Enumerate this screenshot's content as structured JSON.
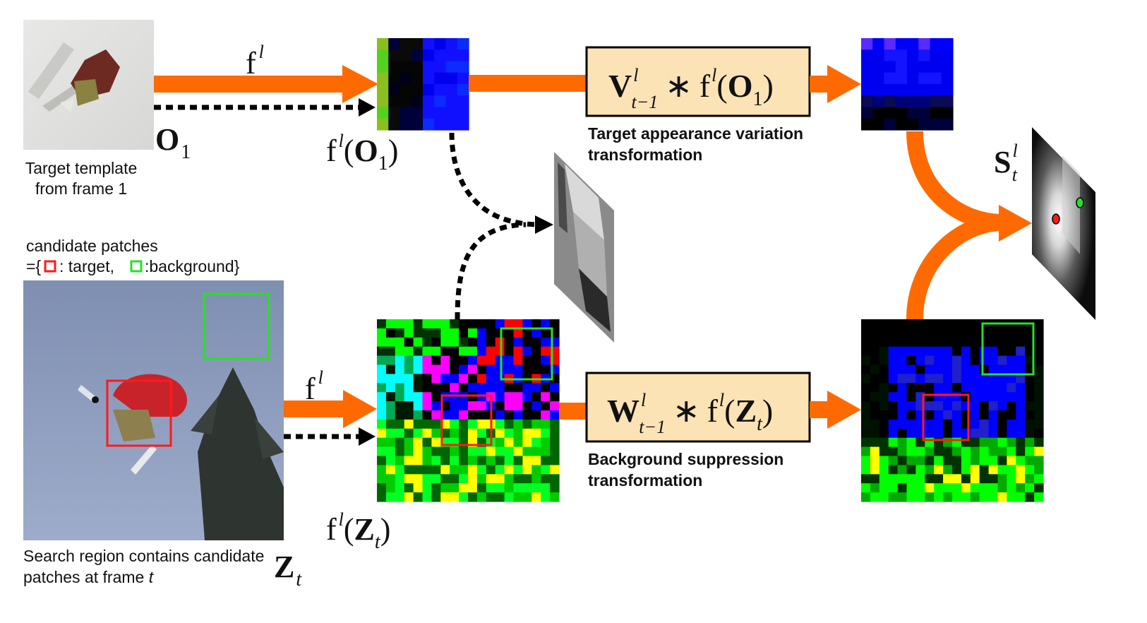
{
  "colors": {
    "arrow": "#ff6a00",
    "box_fill": "#fbe3b5",
    "target_box": "#ff1a1a",
    "background_box": "#28e028",
    "dashed": "#000000"
  },
  "template": {
    "caption_line1": "Target template",
    "caption_line2": "from frame 1",
    "symbol": "O",
    "symbol_sub": "1"
  },
  "search": {
    "candidates_line1": "candidate patches",
    "candidates_prefix": "={",
    "target_label": ": target,",
    "background_label": ":background}",
    "caption_line1": "Search region contains candidate",
    "caption_line2": "patches at frame ",
    "caption_frame": "t",
    "symbol": "Z",
    "symbol_sub": "t"
  },
  "feature": {
    "f": "f",
    "sup": "l",
    "template_arg": "O",
    "template_sub": "1",
    "search_arg": "Z",
    "search_sub": "t"
  },
  "transforms": {
    "v_symbol": "V",
    "w_symbol": "W",
    "sup": "l",
    "sub": "t−1",
    "op": "∗",
    "f": "f",
    "o_arg": "O",
    "o_sub": "1",
    "z_arg": "Z",
    "z_sub": "t",
    "v_caption_line1": "Target appearance variation",
    "v_caption_line2": "transformation",
    "w_caption_line1": "Background suppression",
    "w_caption_line2": "transformation"
  },
  "score": {
    "symbol": "S",
    "sup": "l",
    "sub": "t"
  }
}
